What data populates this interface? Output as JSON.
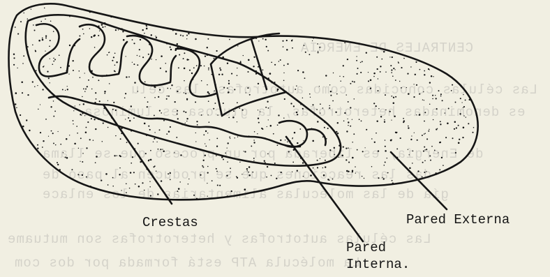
{
  "labels": {
    "crestas": "Crestas",
    "pared_externa": "Pared Externa",
    "pared_interna_line1": "Pared",
    "pared_interna_line2": "Interna."
  },
  "bleed_through": {
    "heading": "CENTRALES DE ENERGIA",
    "line1": "Las células conocidas como autotrofas, las célu",
    "line2": "es denominadas heterotrofas, la glucosa es luminosa",
    "line3": "de Energía, es liberada por un proceso que se llama",
    "line4": "das las reacciones que se producen al paso de",
    "line5": "gía de las moléculas alimentarias de los enlace",
    "line6": "Las células autotrofas y heterotrofas son mutuame",
    "line7": "La molécula ATP está formada por dos com"
  },
  "colors": {
    "paper": "#f1efe2",
    "ink": "#151515",
    "bleed": "#8a8a8a"
  }
}
